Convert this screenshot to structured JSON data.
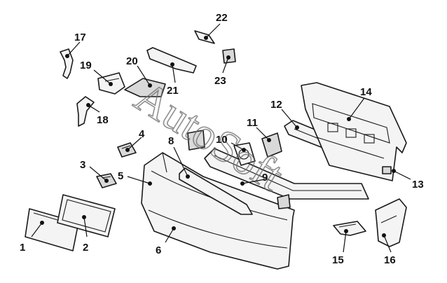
{
  "watermark": "AutoSoft",
  "callouts": [
    {
      "id": "1",
      "label": "1"
    },
    {
      "id": "2",
      "label": "2"
    },
    {
      "id": "3",
      "label": "3"
    },
    {
      "id": "4",
      "label": "4"
    },
    {
      "id": "5",
      "label": "5"
    },
    {
      "id": "6",
      "label": "6"
    },
    {
      "id": "8",
      "label": "8"
    },
    {
      "id": "9",
      "label": "9"
    },
    {
      "id": "10",
      "label": "10"
    },
    {
      "id": "11",
      "label": "11"
    },
    {
      "id": "12",
      "label": "12"
    },
    {
      "id": "13",
      "label": "13"
    },
    {
      "id": "14",
      "label": "14"
    },
    {
      "id": "15",
      "label": "15"
    },
    {
      "id": "16",
      "label": "16"
    },
    {
      "id": "17",
      "label": "17"
    },
    {
      "id": "18",
      "label": "18"
    },
    {
      "id": "19",
      "label": "19"
    },
    {
      "id": "20",
      "label": "20"
    },
    {
      "id": "21",
      "label": "21"
    },
    {
      "id": "22",
      "label": "22"
    },
    {
      "id": "23",
      "label": "23"
    }
  ]
}
